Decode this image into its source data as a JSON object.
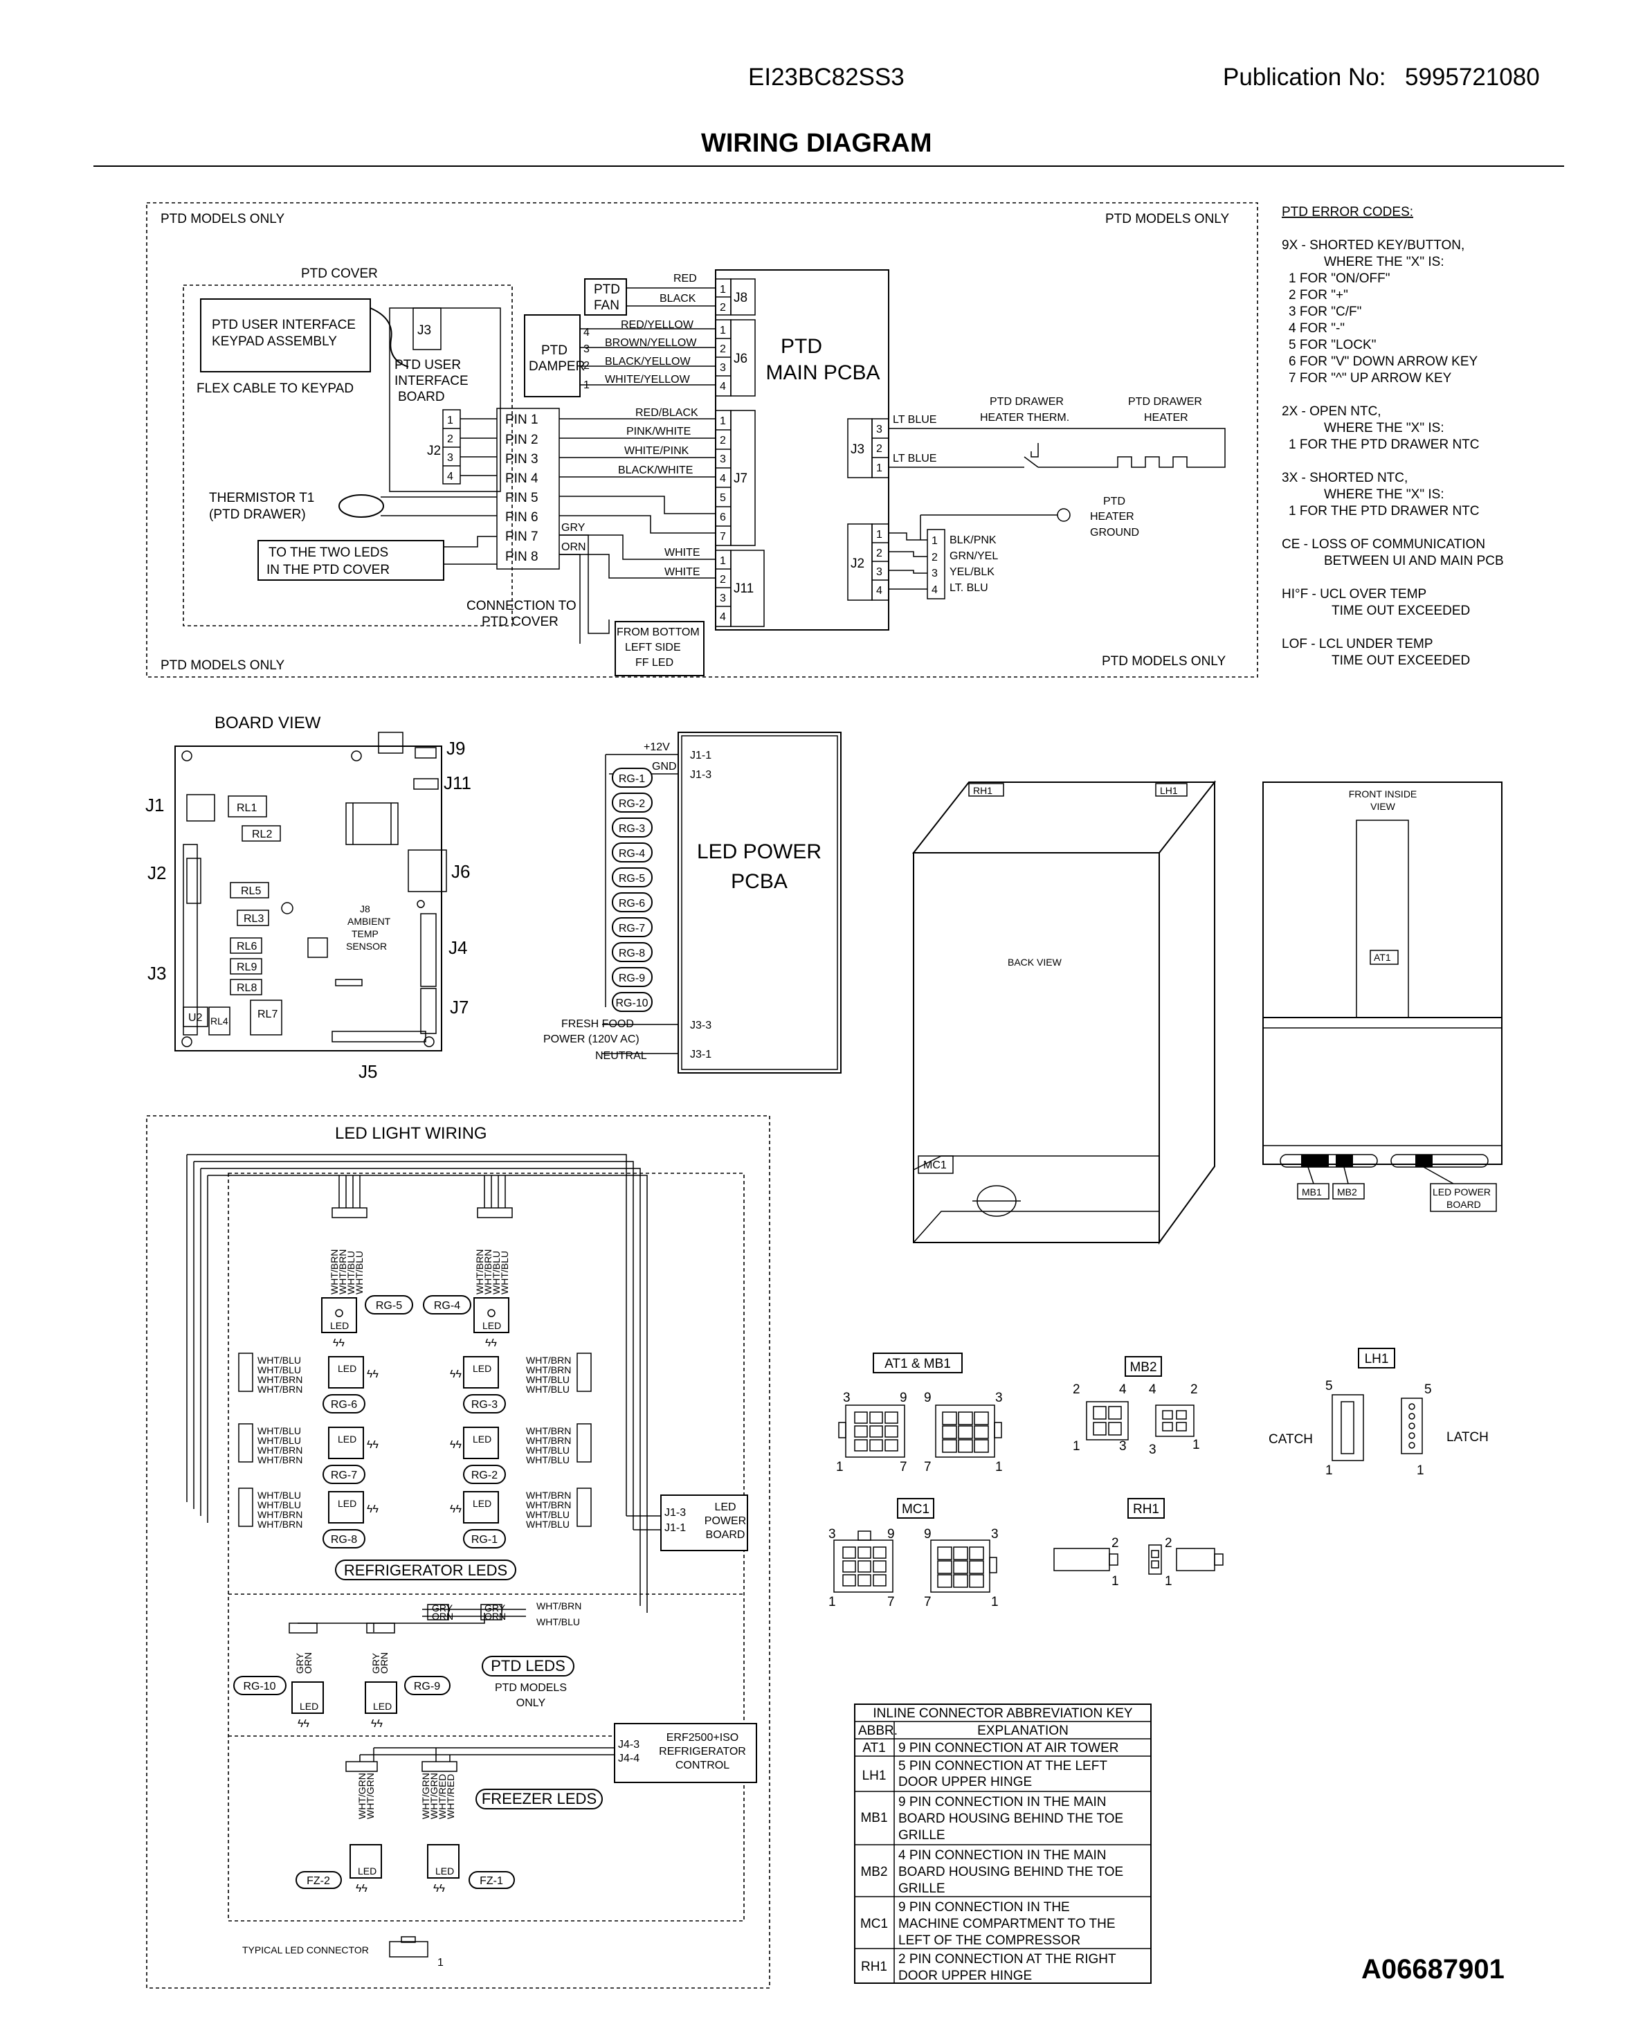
{
  "header": {
    "model": "EI23BC82SS3",
    "publication_label": "Publication No:",
    "publication_no": "5995721080",
    "title": "WIRING DIAGRAM",
    "doc_code": "A06687901"
  },
  "ptd": {
    "models_only": "PTD MODELS ONLY",
    "cover": "PTD COVER",
    "ui_keypad": [
      "PTD USER INTERFACE",
      "KEYPAD ASSEMBLY"
    ],
    "flex_cable": "FLEX CABLE TO KEYPAD",
    "ui_board": [
      "PTD USER",
      "INTERFACE",
      "BOARD"
    ],
    "thermistor": [
      "THERMISTOR T1",
      "(PTD DRAWER)"
    ],
    "to_leds": [
      "TO THE TWO LEDS",
      "IN THE PTD COVER"
    ],
    "connection_to": [
      "CONNECTION TO",
      "PTD COVER"
    ],
    "from_bottom": [
      "FROM BOTTOM",
      "LEFT SIDE",
      "FF LED"
    ],
    "fan": [
      "PTD",
      "FAN"
    ],
    "damper": [
      "PTD",
      "DAMPER"
    ],
    "main_pcba": [
      "PTD",
      "MAIN PCBA"
    ],
    "drawer_therm": [
      "PTD DRAWER",
      "HEATER THERM."
    ],
    "drawer_heater": [
      "PTD DRAWER",
      "HEATER"
    ],
    "heater_ground": [
      "PTD",
      "HEATER",
      "GROUND"
    ],
    "pins": [
      "PIN 1",
      "PIN 2",
      "PIN 3",
      "PIN 4",
      "PIN 5",
      "PIN 6",
      "PIN 7",
      "PIN 8"
    ],
    "wires": {
      "red": "RED",
      "black": "BLACK",
      "red_yellow": "RED/YELLOW",
      "brown_yellow": "BROWN/YELLOW",
      "black_yellow": "BLACK/YELLOW",
      "white_yellow": "WHITE/YELLOW",
      "red_black": "RED/BLACK",
      "pink_white": "PINK/WHITE",
      "white_pink": "WHITE/PINK",
      "black_white": "BLACK/WHITE",
      "white": "WHITE",
      "gry": "GRY",
      "orn": "ORN",
      "lt_blue": "LT BLUE",
      "blk_pnk": "BLK/PNK",
      "grn_yel": "GRN/YEL",
      "yel_blk": "YEL/BLK",
      "lt_blu": "LT. BLU"
    },
    "conn": {
      "j2": "J2",
      "j3": "J3",
      "j6": "J6",
      "j7": "J7",
      "j8": "J8",
      "j11": "J11"
    }
  },
  "error_codes": {
    "title": "PTD ERROR CODES:",
    "lines": [
      "9X - SHORTED KEY/BUTTON,",
      "WHERE THE \"X\" IS:",
      "1 FOR \"ON/OFF\"",
      "2 FOR \"+\"",
      "3 FOR \"C/F\"",
      "4 FOR \"-\"",
      "5 FOR \"LOCK\"",
      "6 FOR \"V\" DOWN ARROW KEY",
      "7 FOR \"^\" UP ARROW KEY",
      "2X - OPEN NTC,",
      "WHERE THE \"X\" IS:",
      "1 FOR THE PTD DRAWER NTC",
      "3X - SHORTED NTC,",
      "WHERE THE \"X\" IS:",
      "1 FOR THE PTD DRAWER NTC",
      "CE - LOSS OF COMMUNICATION",
      "BETWEEN UI AND MAIN PCB",
      "HI°F - UCL OVER TEMP",
      "TIME OUT EXCEEDED",
      "LOF - LCL UNDER TEMP",
      "TIME OUT EXCEEDED"
    ]
  },
  "board_view": {
    "title": "BOARD VIEW",
    "relays": [
      "RL1",
      "RL2",
      "RL5",
      "RL3",
      "RL6",
      "RL9",
      "RL8",
      "RL4",
      "RL7"
    ],
    "u2": "U2",
    "j8_note": [
      "J8",
      "AMBIENT",
      "TEMP",
      "SENSOR"
    ],
    "labels": [
      "J9",
      "J11",
      "J1",
      "J2",
      "J6",
      "J4",
      "J3",
      "J7",
      "J5"
    ]
  },
  "led_power": {
    "title": [
      "LED POWER",
      "PCBA"
    ],
    "p12v": "+12V",
    "gnd": "GND",
    "j1_1": "J1-1",
    "j1_3": "J1-3",
    "j3_3": "J3-3",
    "j3_1": "J3-1",
    "fresh_food": [
      "FRESH FOOD",
      "POWER (120V AC)"
    ],
    "neutral": "NEUTRAL",
    "rg": [
      "RG-1",
      "RG-2",
      "RG-3",
      "RG-4",
      "RG-5",
      "RG-6",
      "RG-7",
      "RG-8",
      "RG-9",
      "RG-10"
    ]
  },
  "cabinet": {
    "back_view": "BACK VIEW",
    "rh1": "RH1",
    "lh1": "LH1",
    "mc1": "MC1",
    "front_inside": [
      "FRONT INSIDE",
      "VIEW"
    ],
    "at1": "AT1",
    "mb1": "MB1",
    "mb2": "MB2",
    "led_power_board": [
      "LED POWER",
      "BOARD"
    ]
  },
  "led_wiring": {
    "title": "LED LIGHT WIRING",
    "refrigerator": "REFRIGERATOR LEDS",
    "ptd_leds": "PTD LEDS",
    "ptd_models_only": [
      "PTD MODELS",
      "ONLY"
    ],
    "freezer": "FREEZER LEDS",
    "typical": "TYPICAL LED CONNECTOR",
    "led": "LED",
    "wht_brn": "WHT/BRN",
    "wht_blu": "WHT/BLU",
    "gry": "GRY",
    "orn": "ORN",
    "j1_3": "J1-3",
    "j1_1": "J1-1",
    "led_power_board": [
      "LED",
      "POWER",
      "BOARD"
    ],
    "j4_3": "J4-3",
    "j4_4": "J4-4",
    "erf": [
      "ERF2500+ISO",
      "REFRIGERATOR",
      "CONTROL"
    ],
    "rg": [
      "RG-5",
      "RG-4",
      "RG-6",
      "RG-3",
      "RG-7",
      "RG-2",
      "RG-8",
      "RG-1",
      "RG-10",
      "RG-9"
    ],
    "fz": [
      "FZ-2",
      "FZ-1"
    ],
    "wires_top": [
      "WHT/BRN",
      "WHT/BRN",
      "WHT/BLU",
      "WHT/BLU"
    ],
    "wires_fz": [
      "WHT/GRN",
      "WHT/GRN",
      "WHT/RED",
      "WHT/RED"
    ],
    "wires_ptd": [
      "GRY",
      "GRY",
      "ORN",
      "ORN"
    ]
  },
  "connectors": {
    "at1_mb1": "AT1 & MB1",
    "mb2": "MB2",
    "lh1": "LH1",
    "mc1": "MC1",
    "rh1": "RH1",
    "catch": "CATCH",
    "latch": "LATCH"
  },
  "abbrev": {
    "title": "INLINE CONNECTOR ABBREVIATION KEY",
    "h_abbr": "ABBR.",
    "h_expl": "EXPLANATION",
    "rows": [
      {
        "a": "AT1",
        "e": [
          "9 PIN CONNECTION AT AIR TOWER"
        ]
      },
      {
        "a": "LH1",
        "e": [
          "5 PIN CONNECTION AT THE LEFT",
          "DOOR UPPER HINGE"
        ]
      },
      {
        "a": "MB1",
        "e": [
          "9 PIN CONNECTION IN THE MAIN",
          "BOARD HOUSING BEHIND THE TOE",
          "GRILLE"
        ]
      },
      {
        "a": "MB2",
        "e": [
          "4 PIN CONNECTION IN THE MAIN",
          "BOARD HOUSING BEHIND THE TOE",
          "GRILLE"
        ]
      },
      {
        "a": "MC1",
        "e": [
          "9 PIN CONNECTION IN THE",
          "MACHINE COMPARTMENT TO THE",
          "LEFT OF THE COMPRESSOR"
        ]
      },
      {
        "a": "RH1",
        "e": [
          "2 PIN CONNECTION AT THE RIGHT",
          "DOOR UPPER HINGE"
        ]
      }
    ]
  }
}
